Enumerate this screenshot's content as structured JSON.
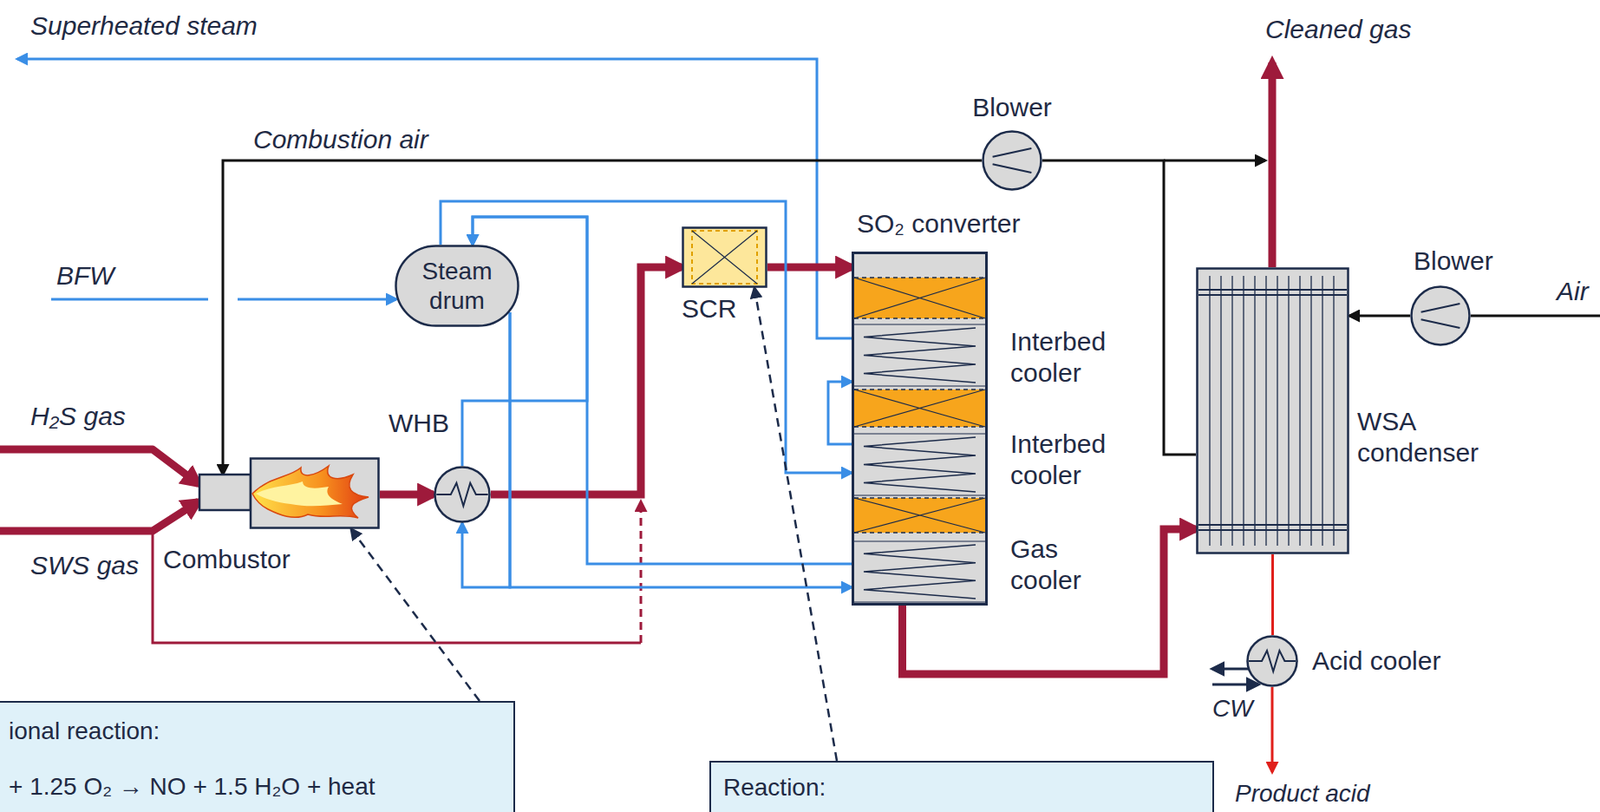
{
  "diagram": {
    "nodes": [
      {
        "text": [
          "Combustor"
        ]
      },
      {
        "text": [
          "WHB"
        ]
      },
      {
        "text": [
          "Steam drum"
        ]
      },
      {
        "text": [
          "SCR"
        ]
      },
      {
        "text": [
          "SO₂ converter"
        ]
      },
      {
        "text": [
          "Blower"
        ]
      },
      {
        "text": [
          "WSA condenser"
        ]
      },
      {
        "text": [
          "Blower"
        ]
      },
      {
        "text": [
          "Acid cooler"
        ]
      },
      {
        "text": [
          "ional reaction:",
          "+ 1.25 O₂ → NO + 1.5 H₂O + heat"
        ]
      },
      {
        "text": [
          "Reaction:"
        ]
      }
    ],
    "edges": [
      {
        "from": 0,
        "to": 1,
        "arrow": "to"
      },
      {
        "from": 1,
        "to": 3,
        "arrow": "to"
      },
      {
        "from": 3,
        "to": 4,
        "arrow": "to"
      },
      {
        "from": 4,
        "to": 6,
        "arrow": "to"
      },
      {
        "from": 6,
        "to": 5,
        "arrow": "none"
      },
      {
        "from": 5,
        "to": 0,
        "arrow": "to"
      },
      {
        "from": 7,
        "to": 6,
        "arrow": "to"
      },
      {
        "from": 6,
        "to": 8,
        "arrow": "none"
      },
      {
        "from": 2,
        "to": 4,
        "arrow": "to"
      },
      {
        "from": 4,
        "to": 2,
        "arrow": "to"
      },
      {
        "from": 1,
        "to": 2,
        "arrow": "to"
      },
      {
        "from": 2,
        "to": 1,
        "arrow": "to"
      },
      {
        "from": 2,
        "to": 4,
        "arrow": "to"
      },
      {
        "from": 9,
        "to": 0,
        "arrow": "to"
      },
      {
        "from": 10,
        "to": 3,
        "arrow": "to"
      }
    ],
    "labels": [
      "Superheated steam",
      "Cleaned gas",
      "Combustion air",
      "BFW",
      "H₂S gas",
      "SWS gas",
      "Interbed cooler",
      "Interbed cooler",
      "Gas cooler",
      "Air",
      "CW",
      "Product acid"
    ]
  }
}
